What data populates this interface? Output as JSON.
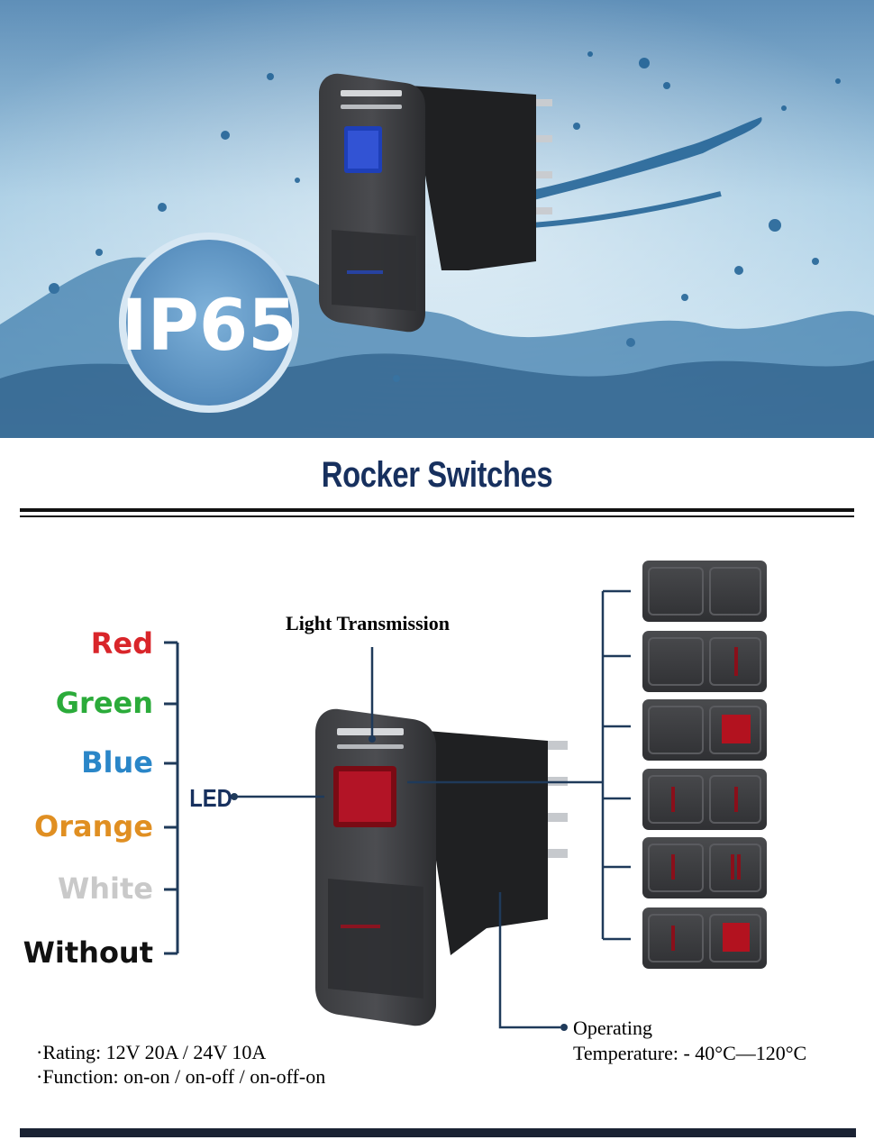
{
  "hero": {
    "badge": "IP65"
  },
  "title": "Rocker Switches",
  "labels": {
    "light_transmission": "Light Transmission",
    "led": "LED",
    "operating_line1": "Operating",
    "operating_line2": "Temperature: - 40°C—120°C"
  },
  "colors": [
    {
      "name": "Red",
      "color": "#d9252a"
    },
    {
      "name": "Green",
      "color": "#2bab3a"
    },
    {
      "name": "Blue",
      "color": "#2a86c8"
    },
    {
      "name": "Orange",
      "color": "#e08f22"
    },
    {
      "name": "White",
      "color": "#c9c9c9"
    },
    {
      "name": "Without",
      "color": "#111111"
    }
  ],
  "specs": {
    "rating": "·Rating: 12V 20A / 24V 10A",
    "function": "·Function: on-on / on-off / on-off-on"
  },
  "accent_colors": {
    "title": "#17305e",
    "leader_line": "#1f3a5a",
    "led_red": "#b0101e",
    "led_blue": "#1e3fb8"
  },
  "icons": [
    "water-splash-icon",
    "rocker-switch-icon",
    "switch-variant-icon"
  ]
}
